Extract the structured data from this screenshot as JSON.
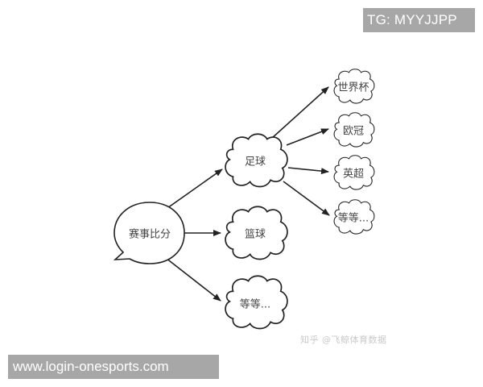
{
  "overlays": {
    "tg_label": "TG: MYYJJPP",
    "url_label": "www.login-onesports.com",
    "watermark": "知乎 @飞鲸体育数据"
  },
  "diagram": {
    "root": {
      "id": "root",
      "label": "赛事比分",
      "shape": "speech-bubble"
    },
    "level1": [
      {
        "id": "football",
        "label": "足球",
        "shape": "cloud"
      },
      {
        "id": "basketball",
        "label": "篮球",
        "shape": "cloud"
      },
      {
        "id": "etc1",
        "label": "等等...",
        "shape": "cloud"
      }
    ],
    "level2": [
      {
        "id": "worldcup",
        "parent": "football",
        "label": "世界杯",
        "shape": "cloud"
      },
      {
        "id": "euro",
        "parent": "football",
        "label": "欧冠",
        "shape": "cloud"
      },
      {
        "id": "epl",
        "parent": "football",
        "label": "英超",
        "shape": "cloud"
      },
      {
        "id": "etc2",
        "parent": "football",
        "label": "等等...",
        "shape": "cloud"
      }
    ],
    "edges": [
      [
        "root",
        "football"
      ],
      [
        "root",
        "basketball"
      ],
      [
        "root",
        "etc1"
      ],
      [
        "football",
        "worldcup"
      ],
      [
        "football",
        "euro"
      ],
      [
        "football",
        "epl"
      ],
      [
        "football",
        "etc2"
      ]
    ],
    "colors": {
      "stroke": "#222222",
      "fill": "#ffffff",
      "text": "#444444"
    }
  }
}
